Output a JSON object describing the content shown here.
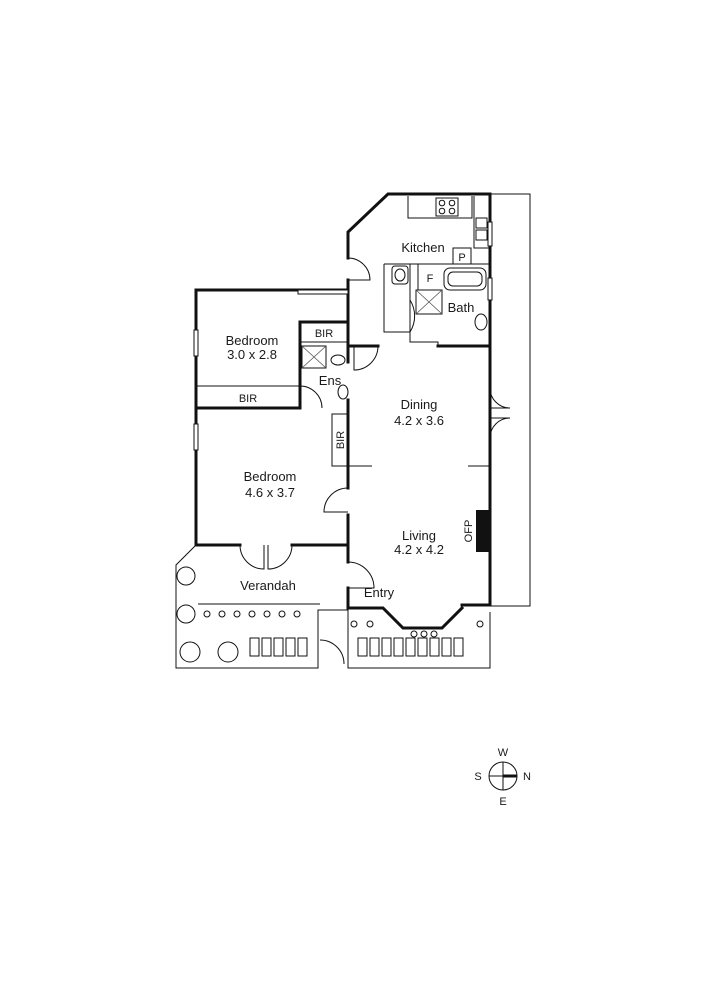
{
  "rooms": {
    "kitchen": {
      "name": "Kitchen"
    },
    "bath": {
      "name": "Bath"
    },
    "pantry": {
      "name": "P"
    },
    "fridge": {
      "name": "F"
    },
    "bedroom1": {
      "name": "Bedroom",
      "size": "3.0 x 2.8"
    },
    "bir_top": {
      "name": "BIR"
    },
    "ensuite": {
      "name": "Ens"
    },
    "bir_bed1": {
      "name": "BIR"
    },
    "bir_vertical": {
      "name": "BIR"
    },
    "dining": {
      "name": "Dining",
      "size": "4.2 x 3.6"
    },
    "bedroom2": {
      "name": "Bedroom",
      "size": "4.6 x 3.7"
    },
    "living": {
      "name": "Living",
      "size": "4.2 x 4.2"
    },
    "ofp": {
      "name": "OFP"
    },
    "verandah": {
      "name": "Verandah"
    },
    "entry": {
      "name": "Entry"
    }
  },
  "compass": {
    "north": "N",
    "south": "S",
    "east": "E",
    "west": "W"
  }
}
